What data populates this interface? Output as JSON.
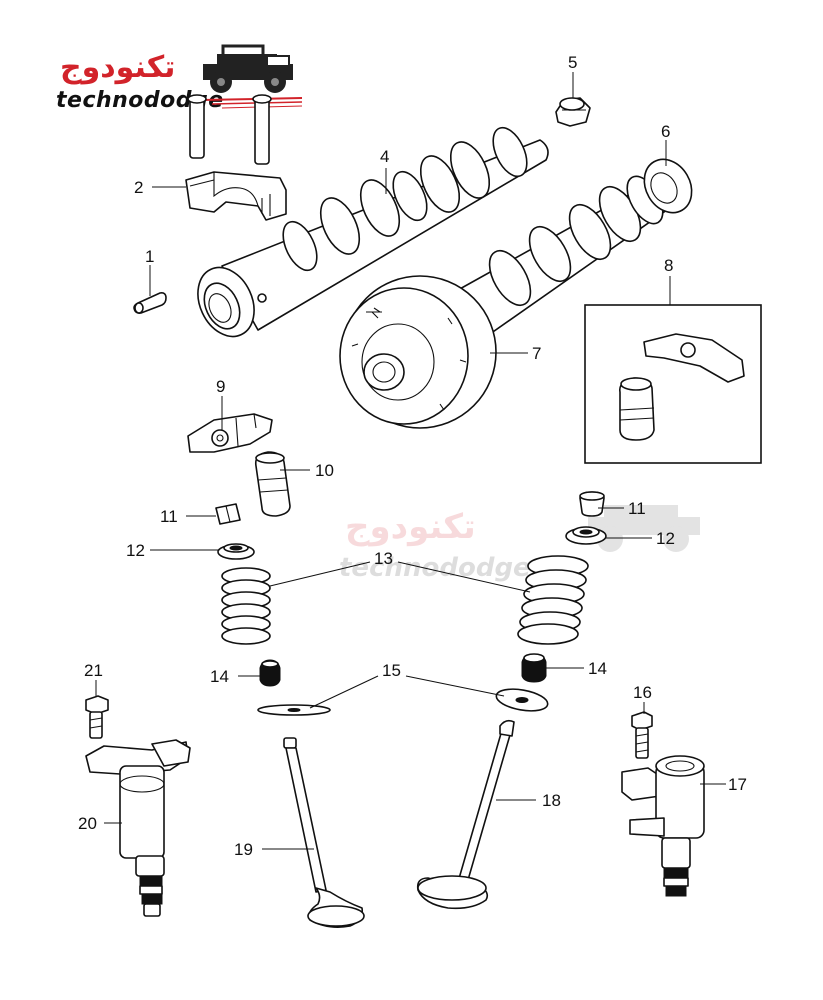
{
  "logo": {
    "arabic_text": "تكنودوج",
    "latin_text": "technododge"
  },
  "watermark": {
    "arabic_text": "تكنودوج",
    "latin_text": "technododge"
  },
  "callouts": [
    {
      "id": "c1",
      "label": "1"
    },
    {
      "id": "c2",
      "label": "2"
    },
    {
      "id": "c4",
      "label": "4"
    },
    {
      "id": "c5",
      "label": "5"
    },
    {
      "id": "c6",
      "label": "6"
    },
    {
      "id": "c7",
      "label": "7"
    },
    {
      "id": "c8",
      "label": "8"
    },
    {
      "id": "c9",
      "label": "9"
    },
    {
      "id": "c10",
      "label": "10"
    },
    {
      "id": "c11a",
      "label": "11"
    },
    {
      "id": "c11b",
      "label": "11"
    },
    {
      "id": "c12a",
      "label": "12"
    },
    {
      "id": "c12b",
      "label": "12"
    },
    {
      "id": "c13",
      "label": "13"
    },
    {
      "id": "c14a",
      "label": "14"
    },
    {
      "id": "c14b",
      "label": "14"
    },
    {
      "id": "c15",
      "label": "15"
    },
    {
      "id": "c16",
      "label": "16"
    },
    {
      "id": "c17",
      "label": "17"
    },
    {
      "id": "c18",
      "label": "18"
    },
    {
      "id": "c19",
      "label": "19"
    },
    {
      "id": "c20",
      "label": "20"
    },
    {
      "id": "c21",
      "label": "21"
    }
  ],
  "colors": {
    "brand_red": "#d2232a",
    "line": "#111111",
    "background": "#ffffff"
  }
}
